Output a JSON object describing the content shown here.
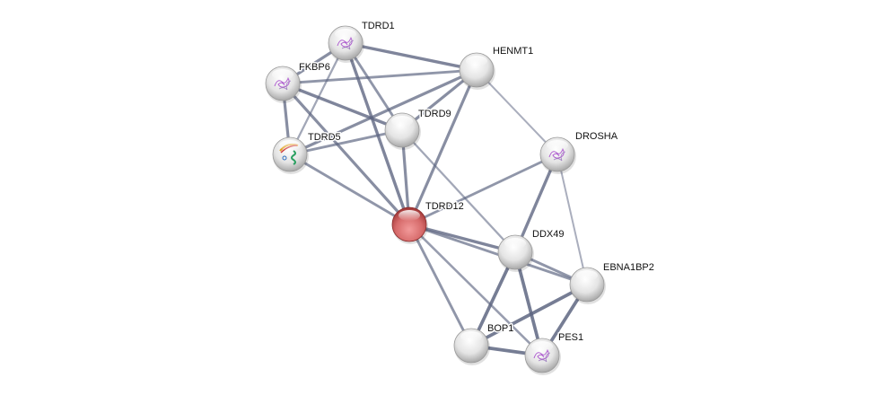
{
  "network": {
    "query_color": "#c8484c",
    "node_color": "#e6e6e6",
    "edge_color": "#5c6480",
    "nodes": [
      {
        "id": "TDRD1",
        "label": "TDRD1",
        "query": false,
        "structure": true
      },
      {
        "id": "FKBP6",
        "label": "FKBP6",
        "query": false,
        "structure": true
      },
      {
        "id": "HENMT1",
        "label": "HENMT1",
        "query": false,
        "structure": false
      },
      {
        "id": "TDRD9",
        "label": "TDRD9",
        "query": false,
        "structure": false
      },
      {
        "id": "TDRD5",
        "label": "TDRD5",
        "query": false,
        "structure": true
      },
      {
        "id": "DROSHA",
        "label": "DROSHA",
        "query": false,
        "structure": true
      },
      {
        "id": "TDRD12",
        "label": "TDRD12",
        "query": true,
        "structure": false
      },
      {
        "id": "DDX49",
        "label": "DDX49",
        "query": false,
        "structure": false
      },
      {
        "id": "EBNA1BP2",
        "label": "EBNA1BP2",
        "query": false,
        "structure": false
      },
      {
        "id": "BOP1",
        "label": "BOP1",
        "query": false,
        "structure": false
      },
      {
        "id": "PES1",
        "label": "PES1",
        "query": false,
        "structure": true
      }
    ],
    "edges": [
      [
        "TDRD1",
        "FKBP6",
        0.7
      ],
      [
        "TDRD1",
        "HENMT1",
        0.8
      ],
      [
        "TDRD1",
        "TDRD9",
        0.6
      ],
      [
        "TDRD1",
        "TDRD5",
        0.4
      ],
      [
        "TDRD1",
        "TDRD12",
        0.8
      ],
      [
        "FKBP6",
        "HENMT1",
        0.6
      ],
      [
        "FKBP6",
        "TDRD9",
        0.8
      ],
      [
        "FKBP6",
        "TDRD5",
        0.7
      ],
      [
        "FKBP6",
        "TDRD12",
        0.7
      ],
      [
        "HENMT1",
        "TDRD9",
        0.7
      ],
      [
        "HENMT1",
        "TDRD5",
        0.7
      ],
      [
        "HENMT1",
        "TDRD12",
        0.7
      ],
      [
        "HENMT1",
        "DROSHA",
        0.3
      ],
      [
        "TDRD9",
        "TDRD5",
        0.6
      ],
      [
        "TDRD9",
        "TDRD12",
        0.7
      ],
      [
        "TDRD9",
        "DDX49",
        0.4
      ],
      [
        "TDRD5",
        "TDRD12",
        0.6
      ],
      [
        "TDRD12",
        "DROSHA",
        0.6
      ],
      [
        "TDRD12",
        "DDX49",
        0.8
      ],
      [
        "TDRD12",
        "EBNA1BP2",
        0.6
      ],
      [
        "TDRD12",
        "BOP1",
        0.6
      ],
      [
        "TDRD12",
        "PES1",
        0.5
      ],
      [
        "DROSHA",
        "DDX49",
        0.8
      ],
      [
        "DROSHA",
        "EBNA1BP2",
        0.3
      ],
      [
        "DDX49",
        "EBNA1BP2",
        0.6
      ],
      [
        "DDX49",
        "BOP1",
        0.9
      ],
      [
        "DDX49",
        "PES1",
        0.9
      ],
      [
        "EBNA1BP2",
        "BOP1",
        0.9
      ],
      [
        "EBNA1BP2",
        "PES1",
        0.9
      ],
      [
        "BOP1",
        "PES1",
        0.9
      ]
    ]
  }
}
